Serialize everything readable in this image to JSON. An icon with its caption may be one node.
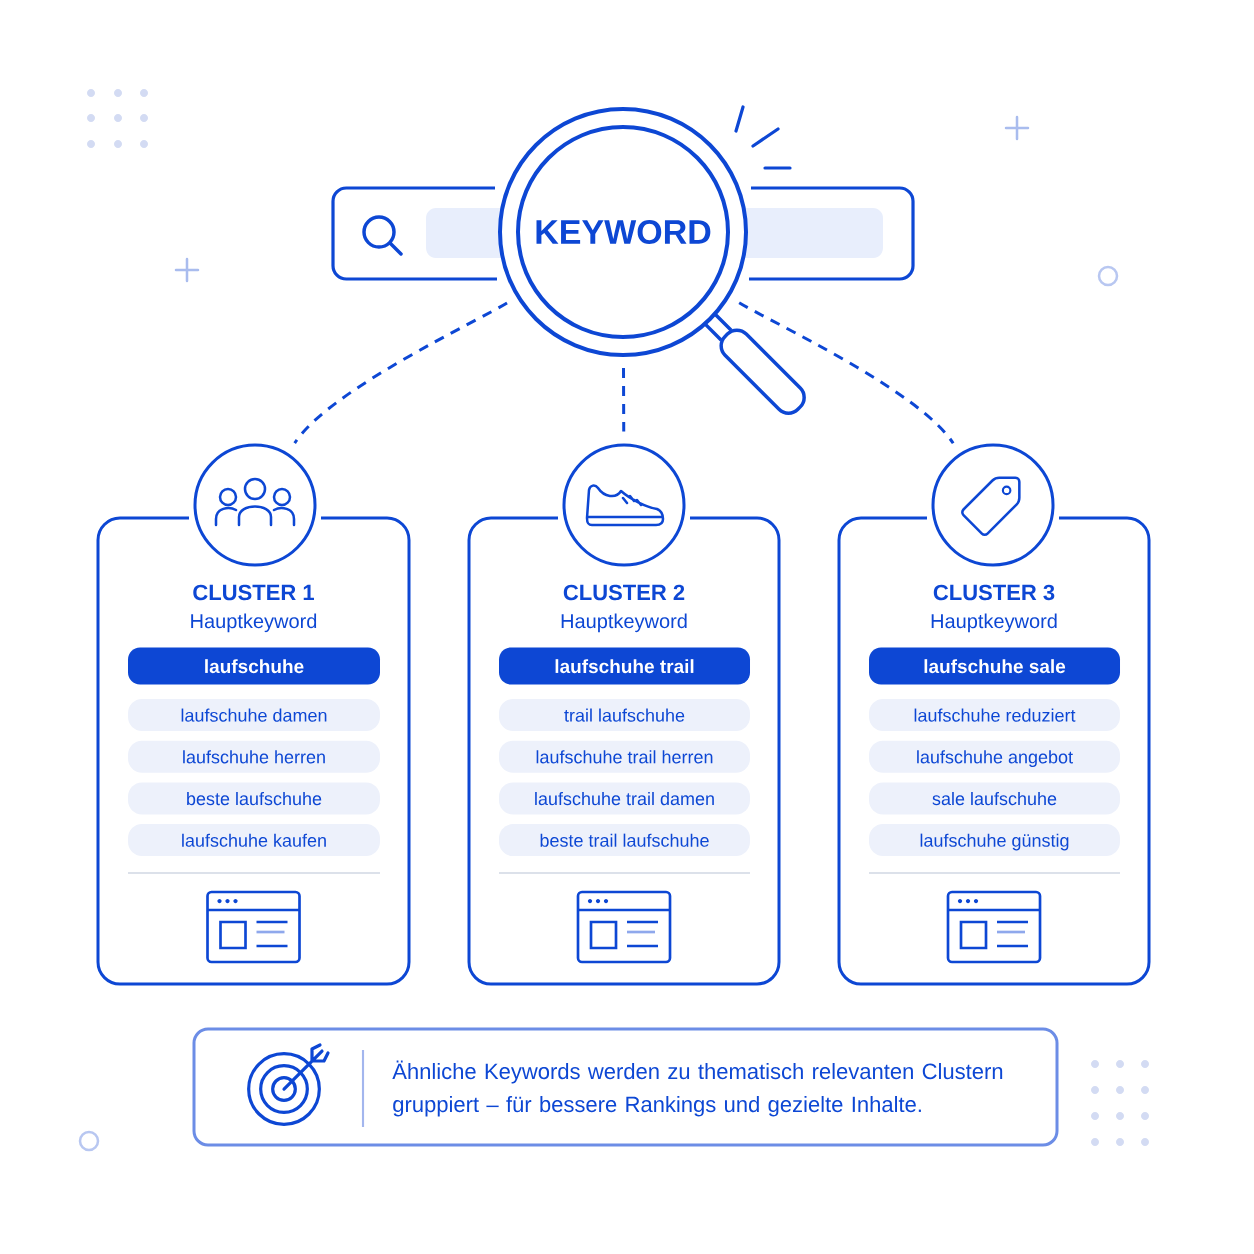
{
  "diagram": {
    "nodes": [
      {
        "text": [
          "KEYWORD"
        ]
      },
      {
        "text": [],
        "shape": "circle"
      },
      {
        "text": [
          "CLUSTER 1",
          "Hauptkeyword"
        ]
      },
      {
        "text": [
          "laufschuhe"
        ],
        "in": 2
      },
      {
        "text": [
          "laufschuhe damen"
        ],
        "in": 2
      },
      {
        "text": [
          "laufschuhe herren"
        ],
        "in": 2
      },
      {
        "text": [
          "beste laufschuhe"
        ],
        "in": 2
      },
      {
        "text": [
          "laufschuhe kaufen"
        ],
        "in": 2
      },
      {
        "text": [],
        "shape": "circle"
      },
      {
        "text": [
          "CLUSTER 2",
          "Hauptkeyword"
        ]
      },
      {
        "text": [
          "laufschuhe trail"
        ],
        "in": 9
      },
      {
        "text": [
          "trail laufschuhe"
        ],
        "in": 9
      },
      {
        "text": [
          "laufschuhe trail herren"
        ],
        "in": 9
      },
      {
        "text": [
          "laufschuhe trail damen"
        ],
        "in": 9
      },
      {
        "text": [
          "beste trail laufschuhe"
        ],
        "in": 9
      },
      {
        "text": [],
        "shape": "circle"
      },
      {
        "text": [
          "CLUSTER 3",
          "Hauptkeyword"
        ]
      },
      {
        "text": [
          "laufschuhe sale"
        ],
        "in": 16
      },
      {
        "text": [
          "laufschuhe reduziert"
        ],
        "in": 16
      },
      {
        "text": [
          "laufschuhe angebot"
        ],
        "in": 16
      },
      {
        "text": [
          "sale laufschuhe"
        ],
        "in": 16
      },
      {
        "text": [
          "laufschuhe günstig"
        ],
        "in": 16
      },
      {
        "text": [
          "Ähnliche Keywords werden zu thematisch relevanten Clustern gruppiert – für bessere Rankings und gezielte Inhalte."
        ]
      }
    ],
    "edges": [
      {
        "from": 0,
        "to": 1,
        "arrow": "none",
        "style": "dashed"
      },
      {
        "from": 0,
        "to": 8,
        "arrow": "none",
        "style": "dashed"
      },
      {
        "from": 0,
        "to": 15,
        "arrow": "none",
        "style": "dashed"
      }
    ]
  }
}
